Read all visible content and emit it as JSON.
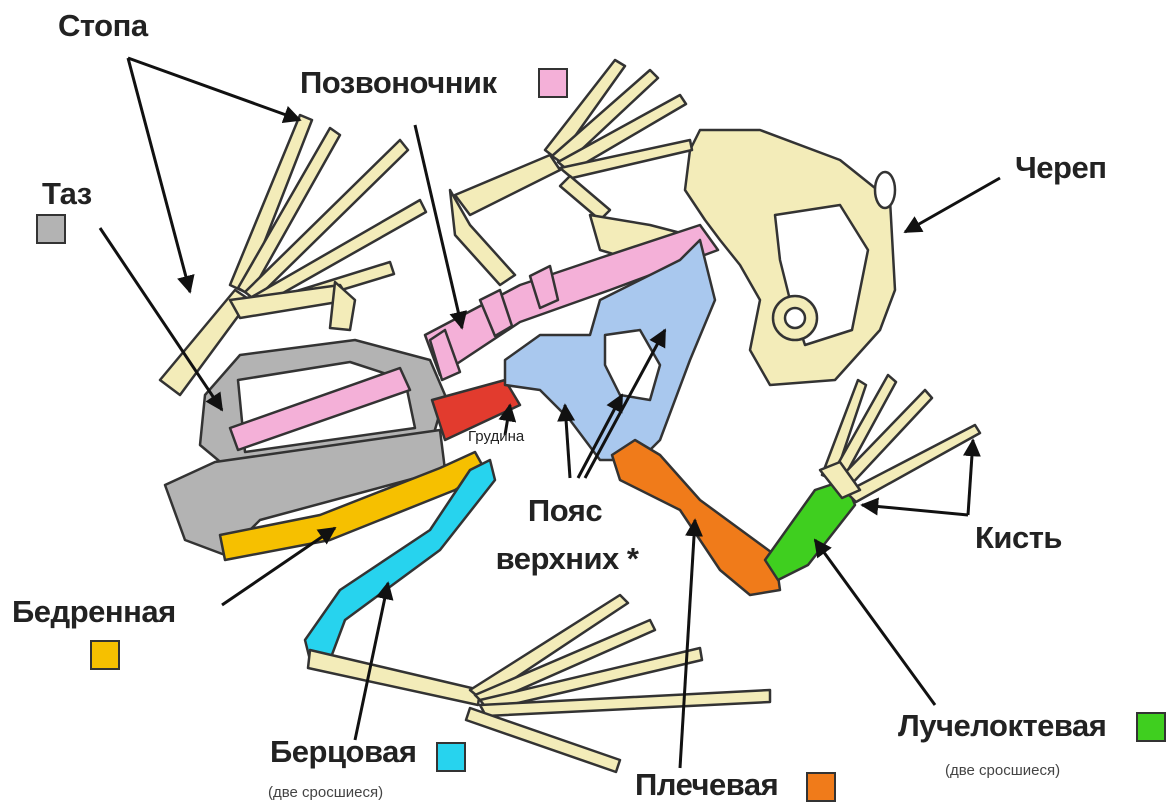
{
  "labels": {
    "stopa": "Стопа",
    "taz": "Таз",
    "pozvonochnik": "Позвоночник",
    "cherep": "Череп",
    "grudina": "Грудина",
    "poyas_line1": "Пояс",
    "poyas_line2": "верхних *",
    "kist": "Кисть",
    "bedrennaya": "Бедренная",
    "bertsovaya": "Берцовая",
    "bertsovaya_note": "(две сросшиеся)",
    "plechevaya": "Плечевая",
    "luchelоktevaya": "Лучелоктевая",
    "luchelоktevaya_note": "(две сросшиеся)"
  },
  "colors": {
    "bone": "#f3ecb9",
    "taz": "#b3b3b3",
    "pozvonochnik": "#f4b0d8",
    "grudina": "#e23b2e",
    "poyas": "#a9c8ee",
    "bedrennaya": "#f6c000",
    "bertsovaya": "#27d3ee",
    "plechevaya": "#f07b1a",
    "luchelоktevaya": "#3fcf1f"
  }
}
